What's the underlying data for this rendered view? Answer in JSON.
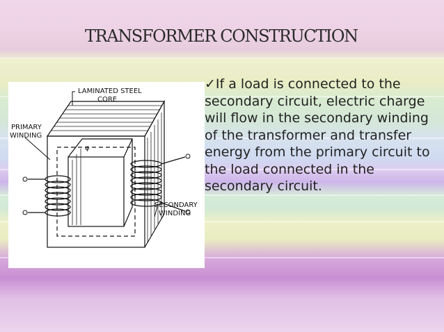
{
  "slide": {
    "title": "TRANSFORMER CONSTRUCTION",
    "bullet_icon": "check-mark-icon",
    "bullet_glyph": "✓",
    "bullet_text": "If a load is connected to the secondary circuit, electric charge will flow in the secondary winding of the transformer and transfer energy from the primary circuit to the load connected in the secondary circuit."
  },
  "figure": {
    "label_core_line1": "LAMINATED STEEL",
    "label_core_line2": "CORE",
    "label_primary_line1": "PRIMARY",
    "label_primary_line2": "WINDING",
    "label_secondary_line1": "SECONDARY",
    "label_secondary_line2": "WINDING",
    "label_flux": "φ"
  }
}
